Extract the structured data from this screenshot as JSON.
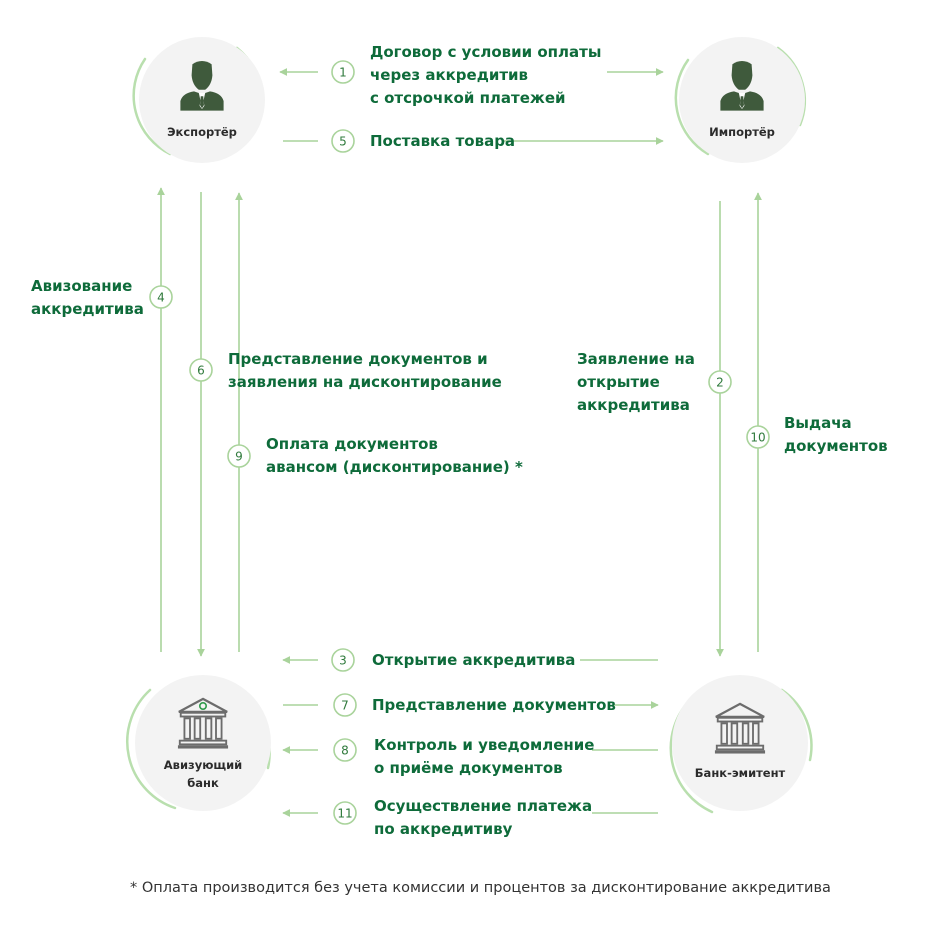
{
  "nodes": {
    "exporter": {
      "label": "Экспортёр",
      "icon": "person-icon"
    },
    "importer": {
      "label": "Импортёр",
      "icon": "person-icon"
    },
    "advising_bank": {
      "label": "Авизующий\nбанк",
      "icon": "bank-building-icon"
    },
    "issuing_bank": {
      "label": "Банк-эмитент",
      "icon": "bank-building-icon"
    }
  },
  "steps": [
    {
      "num": "1",
      "text": "Договор с условии оплаты\nчерез аккредитив\nс отсрочкой платежей"
    },
    {
      "num": "2",
      "text": "Заявление на\nоткрытие\nаккредитива"
    },
    {
      "num": "3",
      "text": "Открытие аккредитива"
    },
    {
      "num": "4",
      "text": "Авизование\nаккредитива"
    },
    {
      "num": "5",
      "text": "Поставка товара"
    },
    {
      "num": "6",
      "text": "Представление документов и\nзаявления на дисконтирование"
    },
    {
      "num": "7",
      "text": "Представление документов"
    },
    {
      "num": "8",
      "text": "Контроль и уведомление\nо приёме документов"
    },
    {
      "num": "9",
      "text": "Оплата документов\nавансом (дисконтирование) *"
    },
    {
      "num": "10",
      "text": "Выдача\nдокументов"
    },
    {
      "num": "11",
      "text": "Осуществление платежа\nпо аккредитиву"
    }
  ],
  "footnote": "* Оплата производится без учета комиссии и процентов за дисконтирование аккредитива",
  "colors": {
    "arrow": "#a9d39b",
    "text": "#0e6b3a",
    "circle_fill": "#f3f3f3",
    "ring": "#b9dfae",
    "icon": "#3f5a3c",
    "bank_icon": "#6c6c6c"
  }
}
